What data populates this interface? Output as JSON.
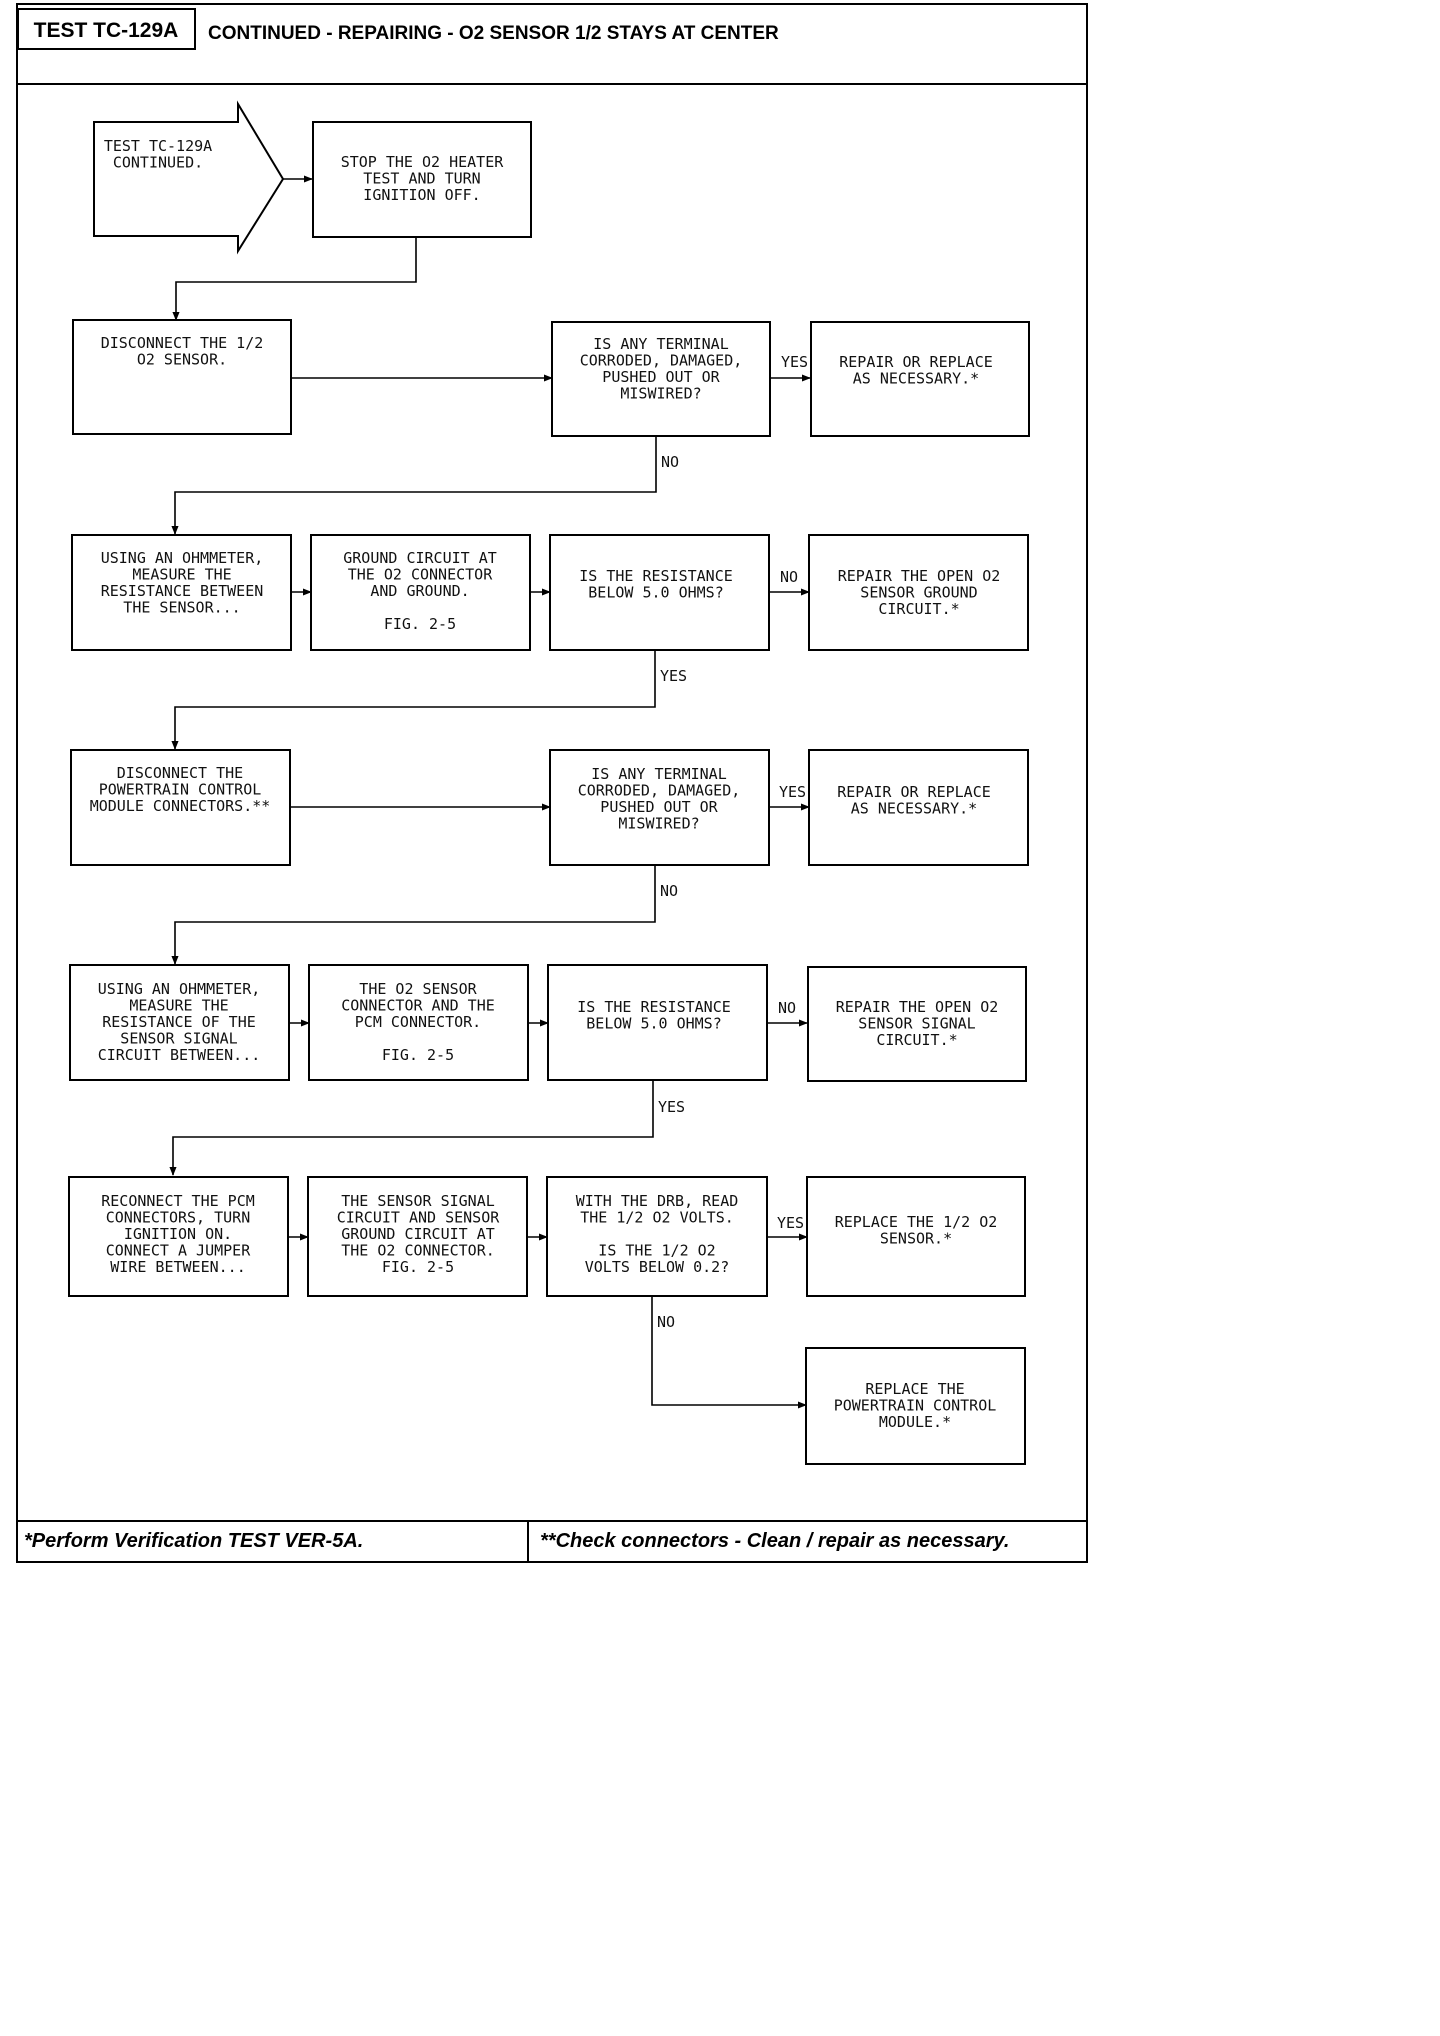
{
  "header": {
    "test_code": "TEST TC-129A",
    "title": "CONTINUED - REPAIRING - O2 SENSOR 1/2 STAYS AT CENTER"
  },
  "nodes": {
    "start": [
      "TEST TC-129A",
      "CONTINUED."
    ],
    "stop_heater": [
      "STOP THE O2 HEATER",
      "TEST AND TURN",
      "IGNITION OFF."
    ],
    "disconnect_sensor": [
      "DISCONNECT THE 1/2",
      "O2 SENSOR."
    ],
    "terminal_check_1": [
      "IS ANY TERMINAL",
      "CORRODED, DAMAGED,",
      "PUSHED OUT OR",
      "MISWIRED?"
    ],
    "repair_replace_1": [
      "REPAIR OR REPLACE",
      "AS NECESSARY.*"
    ],
    "ohmmeter_ground": [
      "USING AN OHMMETER,",
      "MEASURE THE",
      "RESISTANCE BETWEEN",
      "THE SENSOR..."
    ],
    "ground_circuit": [
      "GROUND CIRCUIT AT",
      "THE O2 CONNECTOR",
      "AND GROUND.",
      "",
      "FIG. 2-5"
    ],
    "resistance_check_1": [
      "IS THE RESISTANCE",
      "BELOW 5.0 OHMS?"
    ],
    "repair_ground": [
      "REPAIR THE OPEN O2",
      "SENSOR GROUND",
      "CIRCUIT.*"
    ],
    "disconnect_pcm": [
      "DISCONNECT THE",
      "POWERTRAIN CONTROL",
      "MODULE CONNECTORS.**"
    ],
    "terminal_check_2": [
      "IS ANY TERMINAL",
      "CORRODED, DAMAGED,",
      "PUSHED OUT OR",
      "MISWIRED?"
    ],
    "repair_replace_2": [
      "REPAIR OR REPLACE",
      "AS NECESSARY.*"
    ],
    "ohmmeter_signal": [
      "USING AN OHMMETER,",
      "MEASURE THE",
      "RESISTANCE OF THE",
      "SENSOR SIGNAL",
      "CIRCUIT BETWEEN..."
    ],
    "sensor_pcm_connector": [
      "THE O2 SENSOR",
      "CONNECTOR AND THE",
      "PCM CONNECTOR.",
      "",
      "FIG. 2-5"
    ],
    "resistance_check_2": [
      "IS THE RESISTANCE",
      "BELOW 5.0 OHMS?"
    ],
    "repair_signal": [
      "REPAIR THE OPEN O2",
      "SENSOR SIGNAL",
      "CIRCUIT.*"
    ],
    "reconnect_pcm": [
      "RECONNECT THE PCM",
      "CONNECTORS, TURN",
      "IGNITION ON.",
      "CONNECT A JUMPER",
      "WIRE BETWEEN..."
    ],
    "signal_ground_jumper": [
      "THE SENSOR SIGNAL",
      "CIRCUIT AND SENSOR",
      "GROUND CIRCUIT AT",
      "THE O2 CONNECTOR.",
      "FIG. 2-5"
    ],
    "drb_volts": [
      "WITH THE DRB, READ",
      "THE 1/2 O2 VOLTS.",
      "",
      "IS THE 1/2 O2",
      "VOLTS BELOW 0.2?"
    ],
    "replace_sensor": [
      "REPLACE THE 1/2 O2",
      "SENSOR.*"
    ],
    "replace_pcm": [
      "REPLACE THE",
      "POWERTRAIN CONTROL",
      "MODULE.*"
    ]
  },
  "edge_labels": {
    "yes_1": "YES",
    "no_1": "NO",
    "no_2": "NO",
    "yes_2": "YES",
    "yes_3": "YES",
    "no_3": "NO",
    "no_4": "NO",
    "yes_4": "YES",
    "yes_5": "YES",
    "no_5": "NO"
  },
  "footer": {
    "left": "*Perform Verification TEST VER-5A.",
    "right": "**Check connectors - Clean / repair as necessary."
  }
}
